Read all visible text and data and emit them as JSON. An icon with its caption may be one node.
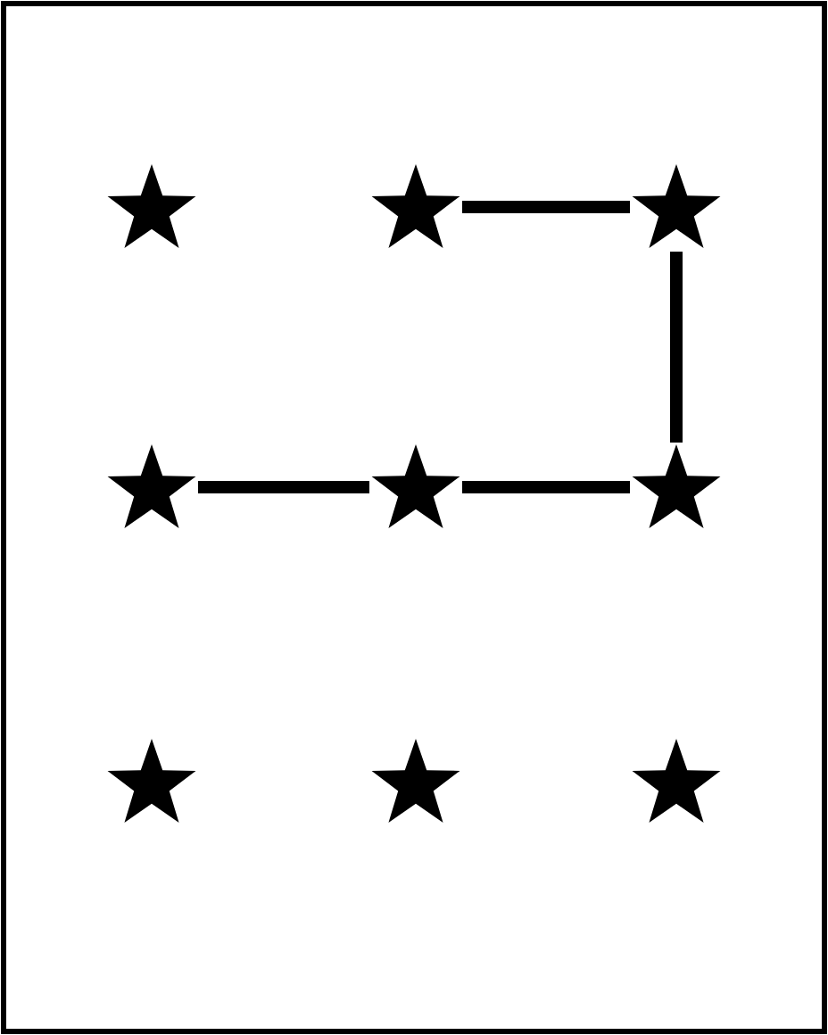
{
  "diagram": {
    "nodes": [
      {
        "text": [],
        "shape": "star"
      },
      {
        "text": [],
        "shape": "star"
      },
      {
        "text": [],
        "shape": "star"
      },
      {
        "text": [],
        "shape": "star"
      },
      {
        "text": [],
        "shape": "star"
      },
      {
        "text": [],
        "shape": "star"
      },
      {
        "text": [],
        "shape": "star"
      },
      {
        "text": [],
        "shape": "star"
      },
      {
        "text": [],
        "shape": "star"
      }
    ],
    "edges": [
      {
        "from": 1,
        "to": 2,
        "arrow": "none"
      },
      {
        "from": 2,
        "to": 5,
        "arrow": "none"
      },
      {
        "from": 5,
        "to": 4,
        "arrow": "none"
      },
      {
        "from": 4,
        "to": 3,
        "arrow": "none"
      }
    ]
  }
}
